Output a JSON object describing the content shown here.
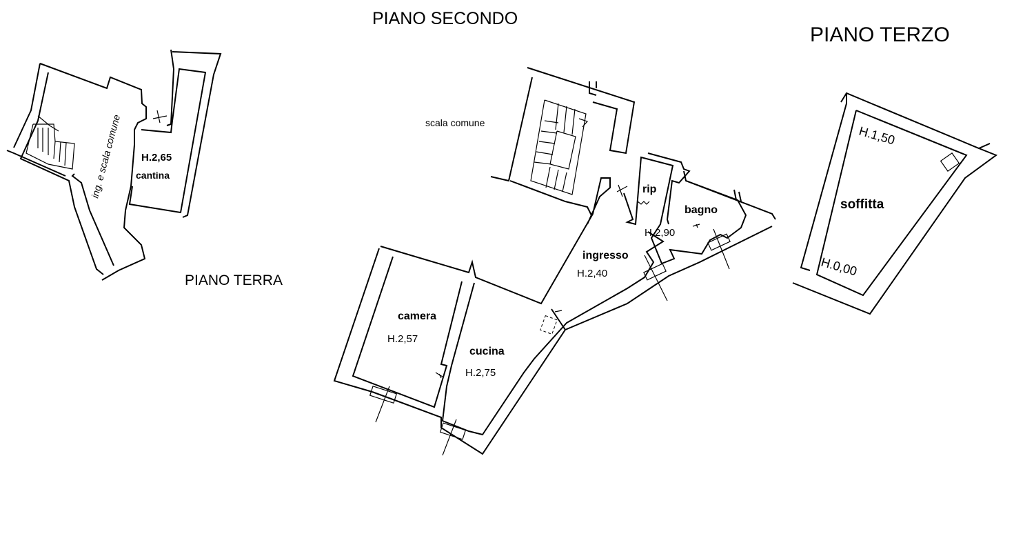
{
  "floors": {
    "ground": {
      "title": "PIANO TERRA"
    },
    "second": {
      "title": "PIANO SECONDO"
    },
    "third": {
      "title": "PIANO TERZO"
    }
  },
  "labels": {
    "ground_entrance": "ing. e scala comune",
    "ground_cellar": "cantina",
    "ground_cellar_h": "H.2,65",
    "common_stair": "scala comune",
    "storage": "rip",
    "bathroom": "bagno",
    "bathroom_h": "H.2,90",
    "entrance": "ingresso",
    "entrance_h": "H.2,40",
    "bedroom": "camera",
    "bedroom_h": "H.2,57",
    "kitchen": "cucina",
    "kitchen_h": "H.2,75",
    "attic": "soffitta",
    "attic_h_high": "H.1,50",
    "attic_h_low": "H.0,00"
  }
}
